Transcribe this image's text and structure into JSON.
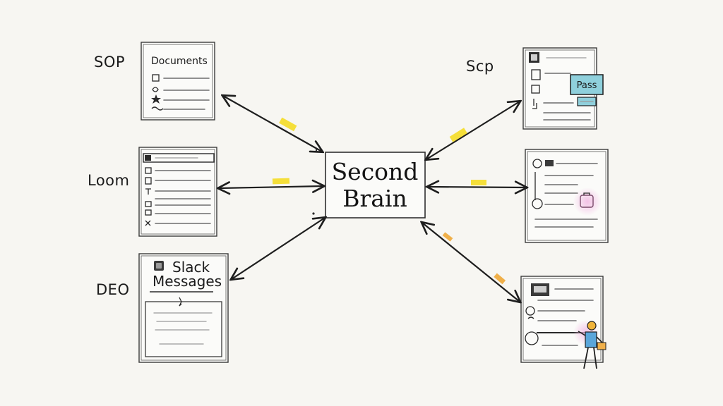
{
  "labels": {
    "top_left": "SOP",
    "middle_left": "Loom",
    "bottom_left": "DEO",
    "top_right": "Scp"
  },
  "center": {
    "line1": "Second",
    "line2": "Brain"
  },
  "cards": {
    "documents_title": "Documents",
    "slack_line1": "Slack",
    "slack_line2": "Messages",
    "pass_badge": "Pass"
  },
  "colors": {
    "highlighter_yellow": "#f5df3a",
    "highlighter_orange": "#f0b04a",
    "pass_badge": "#8fd0dc",
    "pink_glow": "#f4c6e6",
    "person_shirt": "#5aa6da",
    "person_head": "#f0b43a"
  }
}
